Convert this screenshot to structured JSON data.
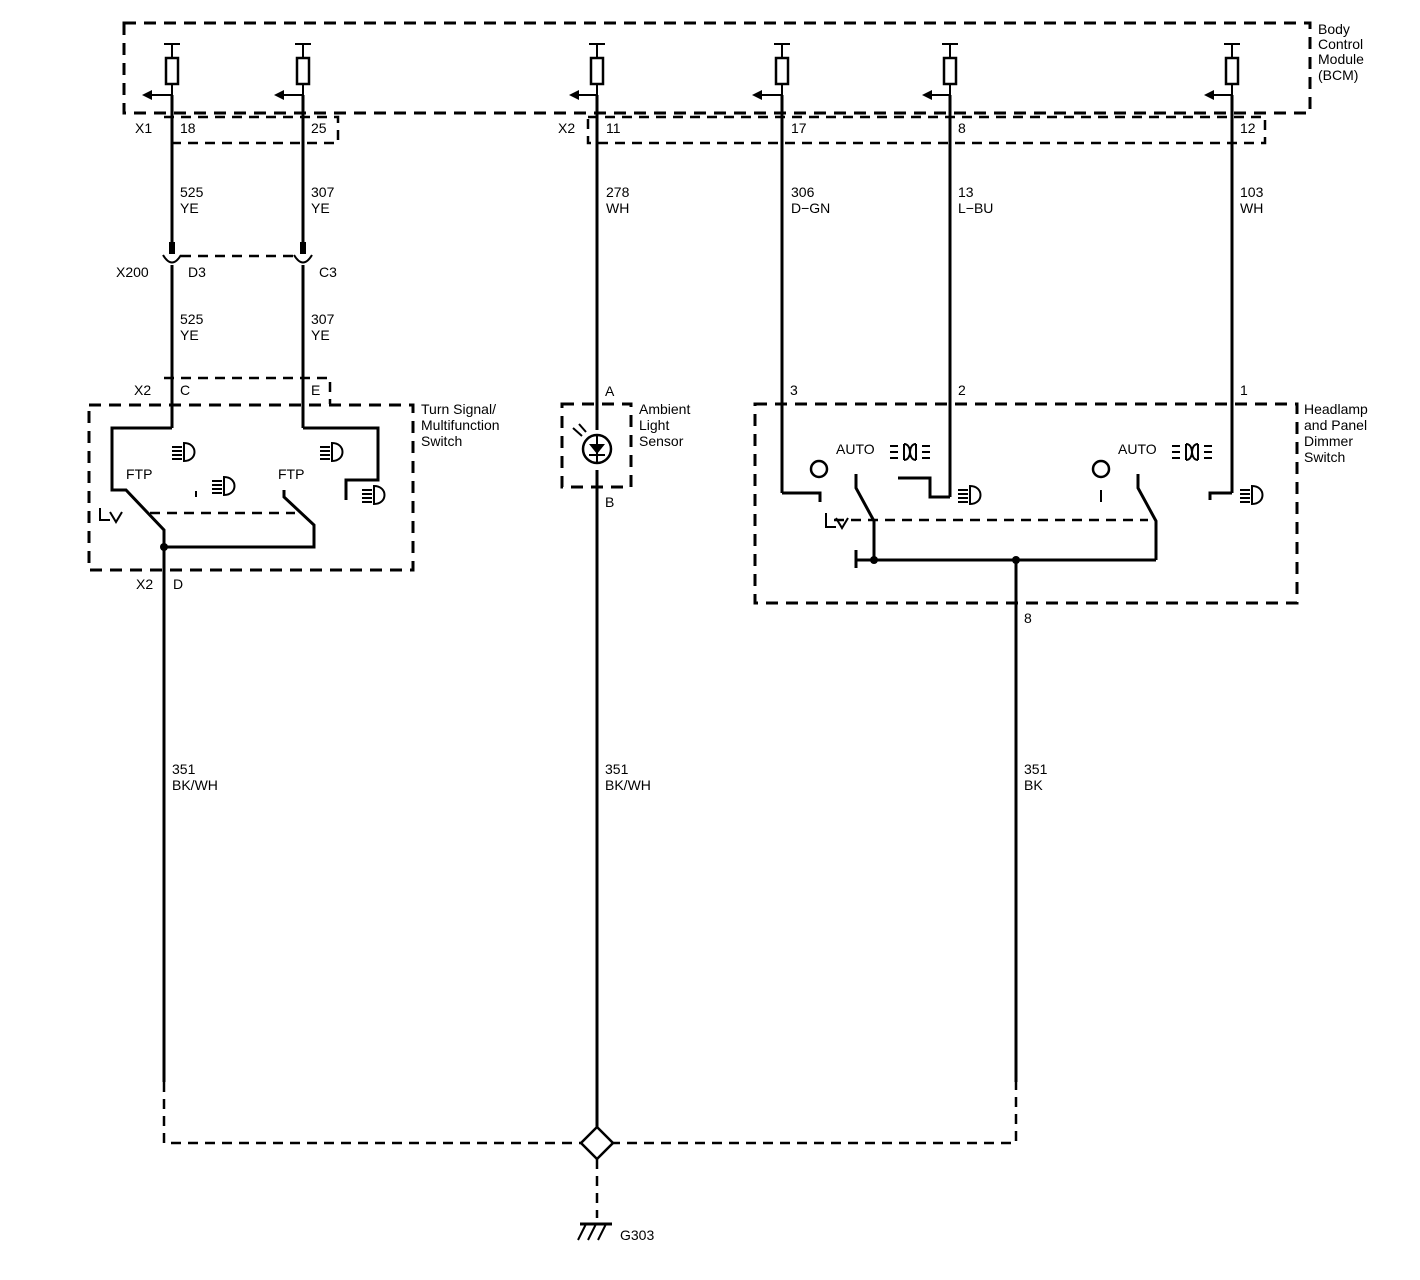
{
  "bcm": {
    "name_lines": [
      "Body",
      "Control",
      "Module",
      "(BCM)"
    ],
    "connector_x1": "X1",
    "connector_x2": "X2",
    "pins": [
      "18",
      "25",
      "11",
      "17",
      "8",
      "12"
    ]
  },
  "wires": {
    "w525_top": [
      "525",
      "YE"
    ],
    "w307_top": [
      "307",
      "YE"
    ],
    "w278": [
      "278",
      "WH"
    ],
    "w306": [
      "306",
      "D−GN"
    ],
    "w13": [
      "13",
      "L−BU"
    ],
    "w103": [
      "103",
      "WH"
    ],
    "w525_bottom": [
      "525",
      "YE"
    ],
    "w307_bottom": [
      "307",
      "YE"
    ],
    "w351_left": [
      "351",
      "BK/WH"
    ],
    "w351_mid": [
      "351",
      "BK/WH"
    ],
    "w351_right": [
      "351",
      "BK"
    ]
  },
  "x200": {
    "name": "X200",
    "pin_d3": "D3",
    "pin_c3": "C3"
  },
  "turn_signal_switch": {
    "name_lines": [
      "Turn Signal/",
      "Multifunction",
      "Switch"
    ],
    "connector_top": "X2",
    "pin_c": "C",
    "pin_e": "E",
    "connector_bottom": "X2",
    "pin_d": "D",
    "ftp_label": "FTP"
  },
  "ambient_light_sensor": {
    "name_lines": [
      "Ambient",
      "Light",
      "Sensor"
    ],
    "pin_a": "A",
    "pin_b": "B"
  },
  "headlamp_switch": {
    "name_lines": [
      "Headlamp",
      "and Panel",
      "Dimmer",
      "Switch"
    ],
    "pin_3": "3",
    "pin_2": "2",
    "pin_1": "1",
    "pin_8": "8",
    "auto_label": "AUTO"
  },
  "ground": {
    "name": "G303"
  },
  "icons": [
    "fuse-icon",
    "headlamp-icon",
    "parklamp-icon",
    "off-icon",
    "ground-icon",
    "photo-diode-icon",
    "splice-icon"
  ]
}
